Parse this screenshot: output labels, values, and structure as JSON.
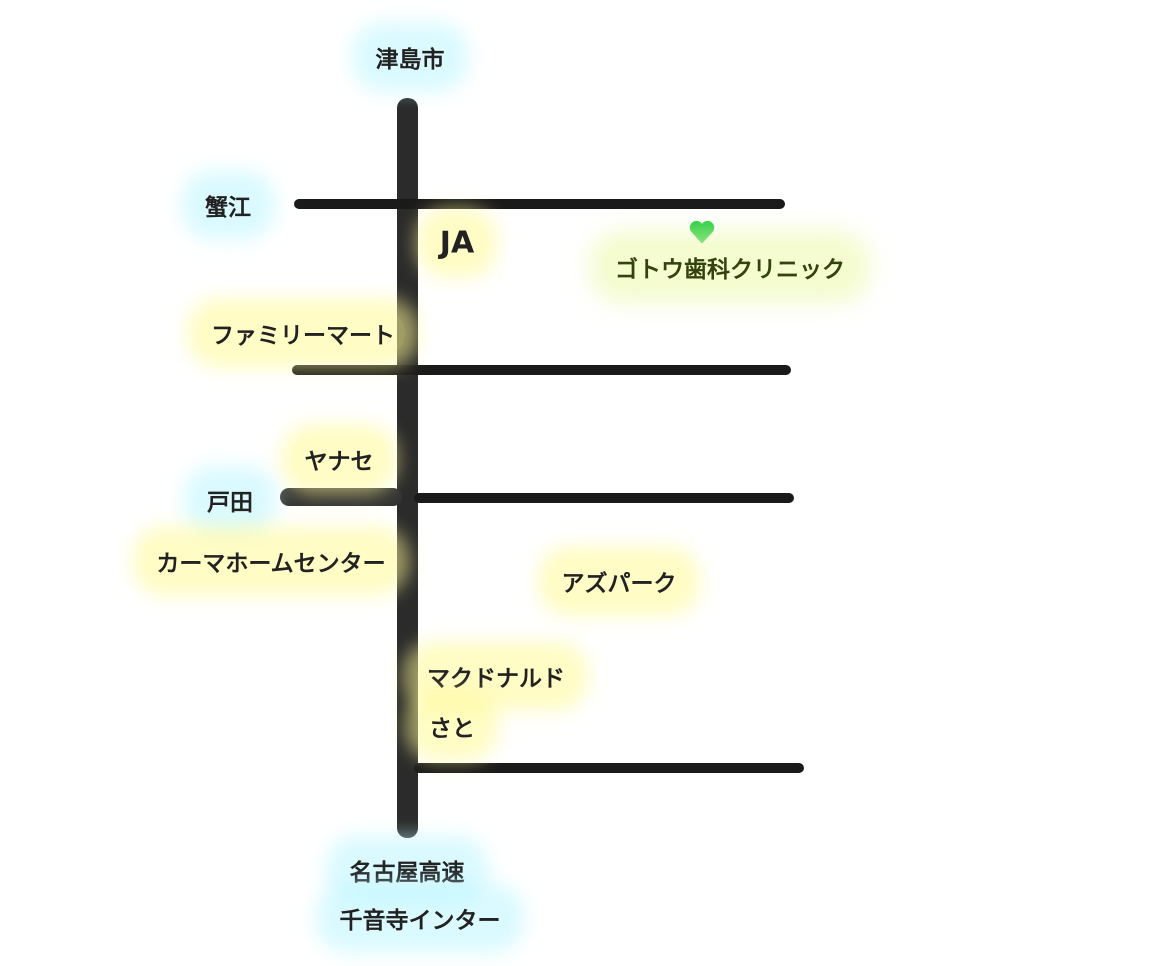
{
  "map": {
    "colors": {
      "road": "#1a1a1a",
      "main_road": "#2b2b2b",
      "heart": "#22cc44",
      "clinic_text": "#34420e",
      "glow_cyan": "#bef5ff",
      "glow_yellow": "#fffa96"
    },
    "labels": {
      "tsushima": "津島市",
      "kanie": "蟹江",
      "ja": "JA",
      "clinic": "ゴトウ歯科クリニック",
      "familymart": "ファミリーマート",
      "yanase": "ヤナセ",
      "toda": "戸田",
      "kahma": "カーマホームセンター",
      "azpark": "アズパーク",
      "mcdonalds": "マクドナルド",
      "sato": "さと",
      "nagoya_expressway": "名古屋高速",
      "senonji_ic": "千音寺インター"
    },
    "marker_icon": "heart-icon"
  }
}
